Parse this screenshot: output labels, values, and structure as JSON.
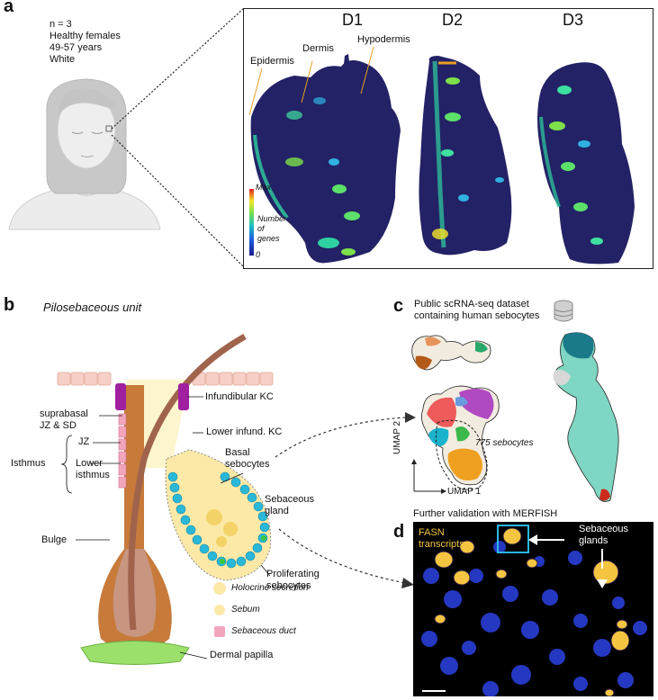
{
  "panel_a": {
    "label": "a",
    "cohort": [
      "n = 3",
      "Healthy females",
      "49-57 years",
      "White"
    ],
    "donors": [
      "D1",
      "D2",
      "D3"
    ],
    "layers": [
      "Epidermis",
      "Dermis",
      "Hypodermis"
    ],
    "legend": {
      "max": "Max",
      "title": [
        "Number",
        "of",
        "genes"
      ],
      "min": "0"
    }
  },
  "panel_b": {
    "label": "b",
    "title": "Pilosebaceous unit",
    "labels_left": {
      "suprabasal": [
        "suprabasal",
        "JZ & SD"
      ],
      "jz": "JZ",
      "isthmus": "Isthmus",
      "lower_isthmus": [
        "Lower",
        "isthmus"
      ],
      "bulge": "Bulge"
    },
    "labels_right": {
      "infundibular": "Infundibular KC",
      "lower_infund": "Lower infund. KC",
      "basal": [
        "Basal",
        "sebocytes"
      ],
      "gland": [
        "Sebaceous",
        "gland"
      ],
      "proliferating": [
        "Proliferating",
        "sebocytes"
      ],
      "papilla": "Dermal papilla"
    },
    "legend": [
      "Holocrine secretion",
      "Sebum",
      "Sebaceous duct"
    ]
  },
  "panel_c": {
    "label": "c",
    "title": [
      "Public scRNA-seq dataset",
      "containing human sebocytes"
    ],
    "annotation": "775 sebocytes",
    "axis_y": "UMAP 2",
    "axis_x": "UMAP 1"
  },
  "panel_d": {
    "label": "d",
    "title": "Further validation with MERFISH",
    "marker": [
      "FASN",
      "transcripts"
    ],
    "annotation": [
      "Sebaceous",
      "glands"
    ],
    "colors": {
      "fasn": "#f5c542",
      "background": "#000000",
      "nuclei": "#2a3fd6"
    }
  }
}
